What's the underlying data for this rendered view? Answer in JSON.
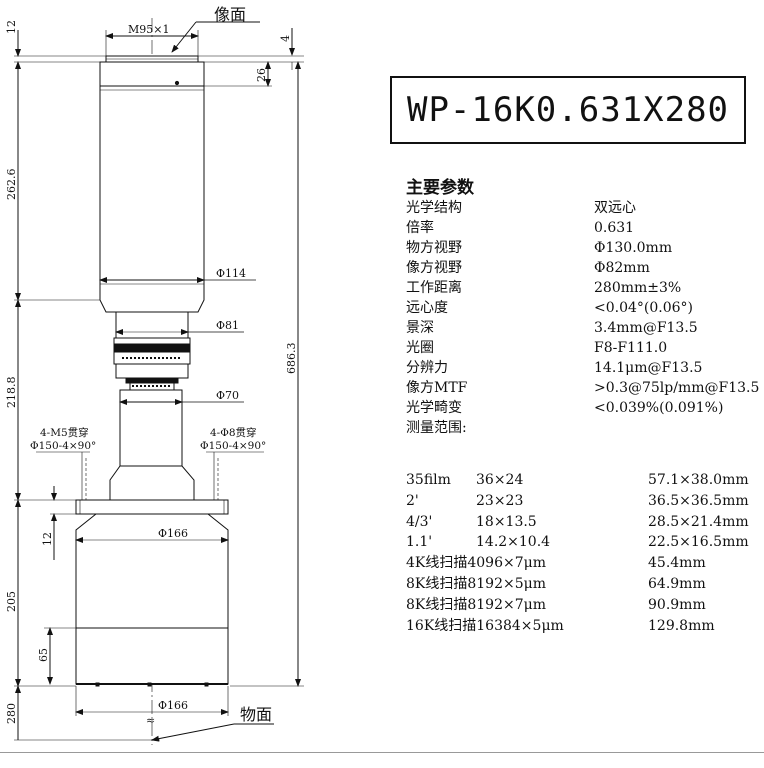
{
  "model": "WP-16K0.631X280",
  "drawing": {
    "label_image_plane": "像面",
    "label_object_plane": "物面",
    "thread": "M95×1",
    "dim_12_top": "12",
    "dim_4": "4",
    "dim_26": "26",
    "dim_262_6": "262.6",
    "dim_218_8": "218.8",
    "dim_686_3": "686.3",
    "dim_205": "205",
    "dim_12_flange": "12",
    "dim_65": "65",
    "dim_280": "280",
    "dia_114": "Φ114",
    "dia_81": "Φ81",
    "dia_70": "Φ70",
    "dia_166_mid": "Φ166",
    "dia_166_bottom": "Φ166",
    "hole_left_1": "4-M5贯穿",
    "hole_left_2": "Φ150-4×90°",
    "hole_right_1": "4-Φ8贯穿",
    "hole_right_2": "Φ150-4×90°",
    "break_mark": "≈"
  },
  "specs": {
    "title": "主要参数",
    "rows": [
      {
        "k": "光学结构",
        "v": "双远心"
      },
      {
        "k": "倍率",
        "v": "0.631"
      },
      {
        "k": "物方视野",
        "v": "Φ130.0mm"
      },
      {
        "k": "像方视野",
        "v": "Φ82mm"
      },
      {
        "k": "工作距离",
        "v": "280mm±3%"
      },
      {
        "k": "远心度",
        "v": "<0.04°(0.06°)"
      },
      {
        "k": "景深",
        "v": "3.4mm@F13.5"
      },
      {
        "k": "光圈",
        "v": "F8-F111.0"
      },
      {
        "k": "分辨力",
        "v": "14.1μm@F13.5"
      },
      {
        "k": "像方MTF",
        "v": ">0.3@75lp/mm@F13.5"
      },
      {
        "k": "光学畸变",
        "v": "<0.039%(0.091%)"
      },
      {
        "k": "测量范围:",
        "v": ""
      }
    ]
  },
  "formats": [
    {
      "f": "35film",
      "s": "36×24",
      "d": "57.1×38.0mm"
    },
    {
      "f": "2'",
      "s": "23×23",
      "d": "36.5×36.5mm"
    },
    {
      "f": "4/3'",
      "s": "18×13.5",
      "d": "28.5×21.4mm"
    },
    {
      "f": "1.1'",
      "s": "14.2×10.4",
      "d": "22.5×16.5mm"
    },
    {
      "f": "4K线扫描4096×7μm",
      "s": "",
      "d": "45.4mm"
    },
    {
      "f": "8K线扫描8192×5μm",
      "s": "",
      "d": "64.9mm"
    },
    {
      "f": "8K线扫描8192×7μm",
      "s": "",
      "d": "90.9mm"
    },
    {
      "f": "16K线扫描16384×5μm",
      "s": "",
      "d": "129.8mm"
    }
  ]
}
